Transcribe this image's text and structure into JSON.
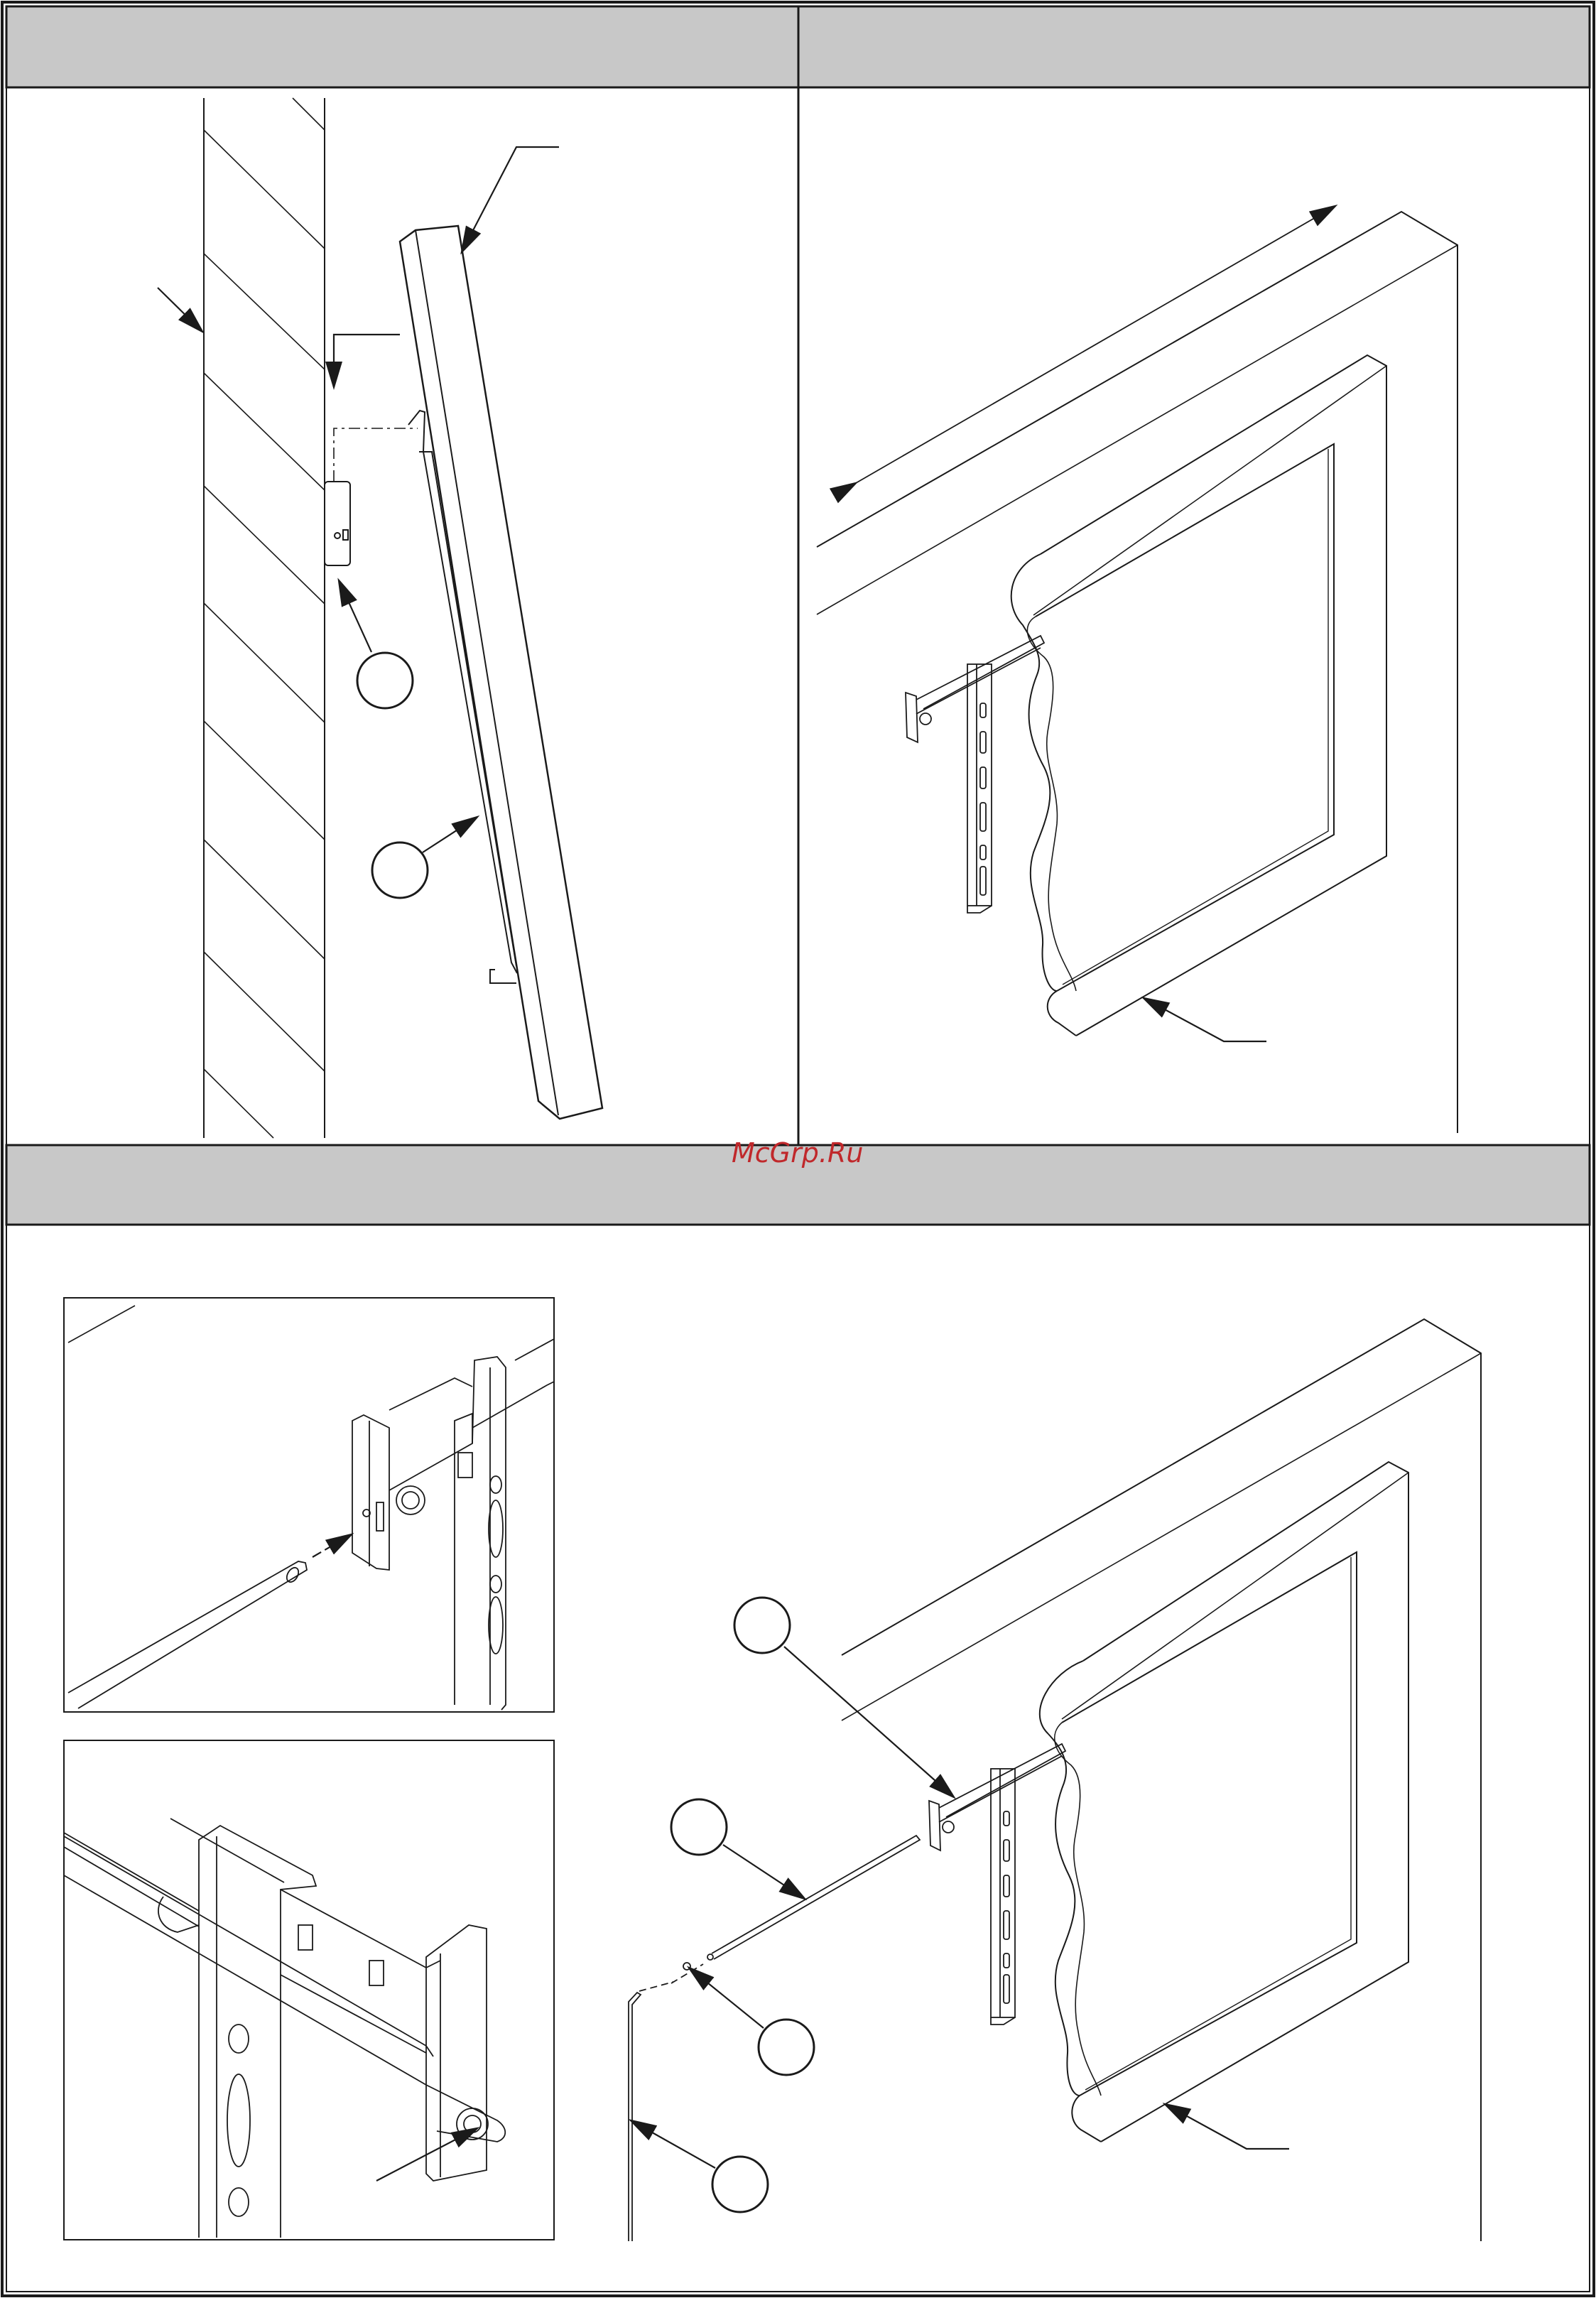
{
  "watermark": {
    "text": "McGrp.Ru",
    "color": "#c0282b"
  },
  "colors": {
    "header_band": "#c8c8c8",
    "line": "#1a1a1a",
    "background": "#ffffff"
  },
  "panels": [
    {
      "id": "top-left",
      "header": ""
    },
    {
      "id": "top-right",
      "header": ""
    },
    {
      "id": "bottom",
      "header": ""
    }
  ],
  "callouts": {
    "circle_count": 6,
    "labels": []
  },
  "icons": [
    "arrow-icon",
    "callout-circle-icon"
  ]
}
